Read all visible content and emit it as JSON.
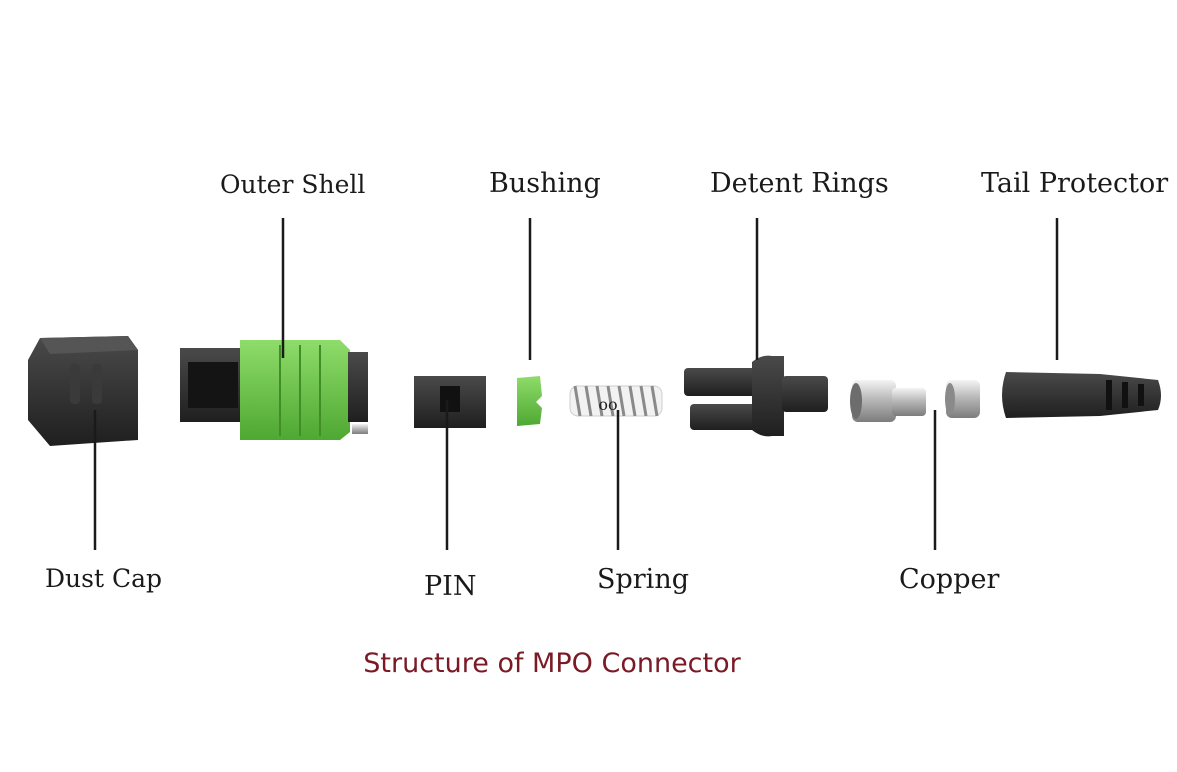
{
  "labels": {
    "outer_shell": "Outer Shell",
    "bushing": "Bushing",
    "detent_rings": "Detent Rings",
    "tail_protector": "Tail Protector",
    "dust_cap": "Dust Cap",
    "pin": "PIN",
    "spring": "Spring",
    "copper": "Copper",
    "spring_marking": "oo"
  },
  "caption": "Structure of MPO Connector",
  "colors": {
    "part_black": "#2b2b2b",
    "shell_green": "#6cc24a",
    "caption": "#7a1a24",
    "leader": "#1a1a1a"
  }
}
